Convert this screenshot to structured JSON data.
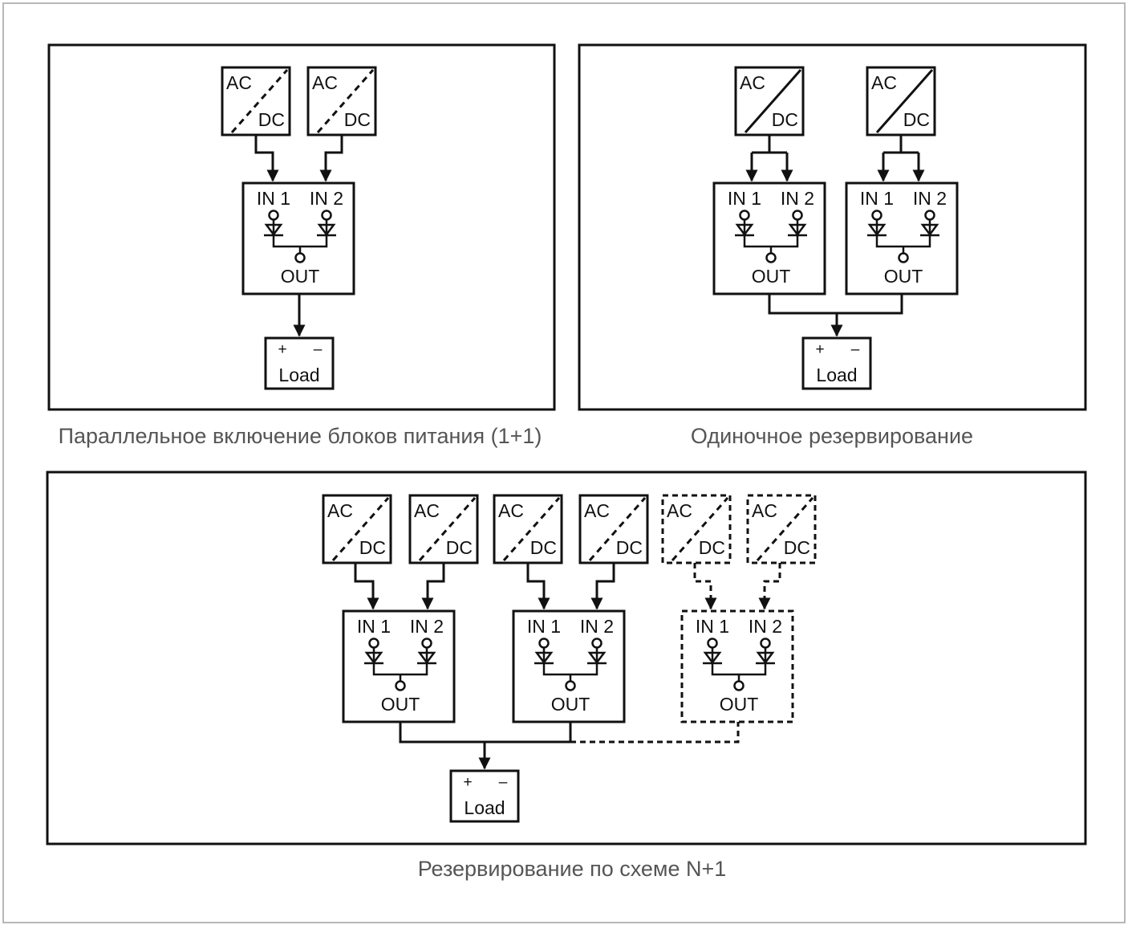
{
  "labels": {
    "ac": "AC",
    "dc": "DC",
    "in1": "IN 1",
    "in2": "IN 2",
    "out": "OUT",
    "load": "Load",
    "plus": "+",
    "minus": "–"
  },
  "captions": {
    "parallel": "Параллельное включение блоков питания (1+1)",
    "single": "Одиночное резервирование",
    "n_plus_1": "Резервирование по схеме N+1"
  },
  "colors": {
    "line": "#111111",
    "caption": "#555555",
    "frame": "#b8b8b8"
  }
}
